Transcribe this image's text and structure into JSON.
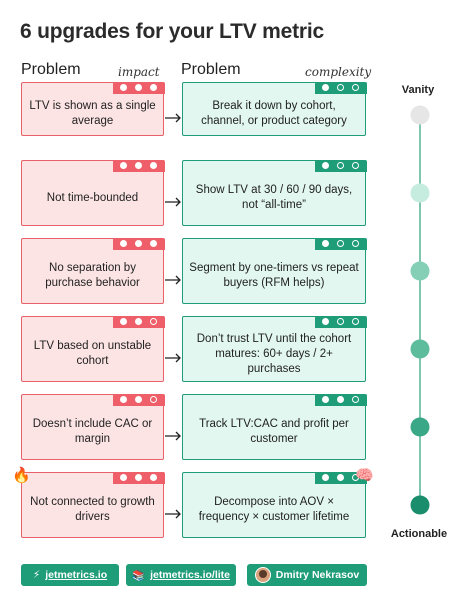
{
  "title": "6 upgrades for your LTV metric",
  "columns": {
    "left": "Problem",
    "right": "Problem",
    "left_note": "impact",
    "right_note": "complexity"
  },
  "scale": {
    "top_label": "Vanity",
    "bottom_label": "Actionable",
    "colors": [
      "#e6e6e6",
      "#c6ecdf",
      "#84cfb5",
      "#5cbc9c",
      "#3aa886",
      "#1a8e6c"
    ]
  },
  "rows": [
    {
      "problem": "LTV is shown as a single average",
      "impact_level": 3,
      "solution": "Break it down by cohort, channel, or product category",
      "complexity_level": 1
    },
    {
      "problem": "Not time-bounded",
      "impact_level": 3,
      "solution": "Show LTV at 30 / 60 / 90 days, not “all-time”",
      "complexity_level": 1
    },
    {
      "problem": "No separation by purchase behavior",
      "impact_level": 3,
      "solution": "Segment by one-timers vs repeat buyers (RFM helps)",
      "complexity_level": 1
    },
    {
      "problem": "LTV based on unstable cohort",
      "impact_level": 2,
      "solution": "Don’t trust LTV until the cohort matures: 60+ days / 2+ purchases",
      "complexity_level": 1
    },
    {
      "problem": "Doesn’t include CAC or margin",
      "impact_level": 2,
      "solution": "Track LTV:CAC and profit per customer",
      "complexity_level": 2
    },
    {
      "problem": "Not connected to growth drivers",
      "impact_level": 3,
      "solution": "Decompose into AOV × frequency × customer lifetime",
      "complexity_level": 2
    }
  ],
  "emojis": {
    "fire": "🔥",
    "brain": "🧠"
  },
  "footer": {
    "link1_icon": "⚡",
    "link1": "jetmetrics.io",
    "link2_icon": "📚",
    "link2": "jetmetrics.io/lite",
    "author": "Dmitry Nekrasov"
  }
}
